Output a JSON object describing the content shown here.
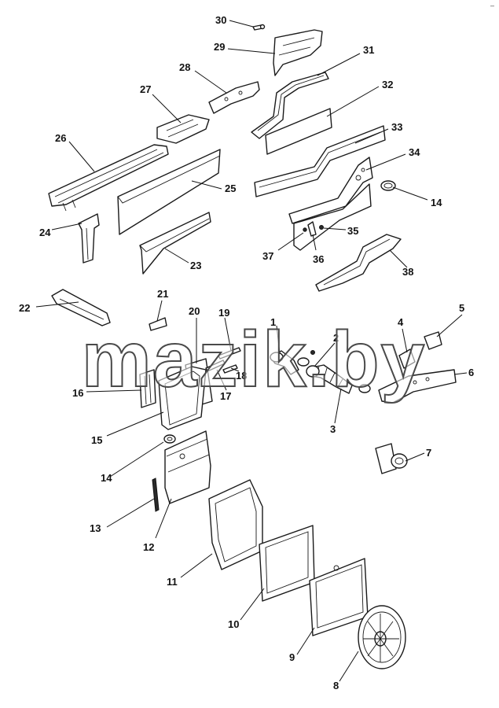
{
  "watermark": "mazik.by",
  "corner_mark": "–",
  "callouts": {
    "c1": "1",
    "c2": "2",
    "c3": "3",
    "c4": "4",
    "c5": "5",
    "c6": "6",
    "c7": "7",
    "c8": "8",
    "c9": "9",
    "c10": "10",
    "c11": "11",
    "c12": "12",
    "c13": "13",
    "c14a": "14",
    "c14b": "14",
    "c15": "15",
    "c16": "16",
    "c17": "17",
    "c18": "18",
    "c19": "19",
    "c20": "20",
    "c21": "21",
    "c22": "22",
    "c23": "23",
    "c24": "24",
    "c25": "25",
    "c26": "26",
    "c27": "27",
    "c28": "28",
    "c29": "29",
    "c30": "30",
    "c31": "31",
    "c32": "32",
    "c33": "33",
    "c34": "34",
    "c35": "35",
    "c36": "36",
    "c37": "37",
    "c38": "38"
  }
}
